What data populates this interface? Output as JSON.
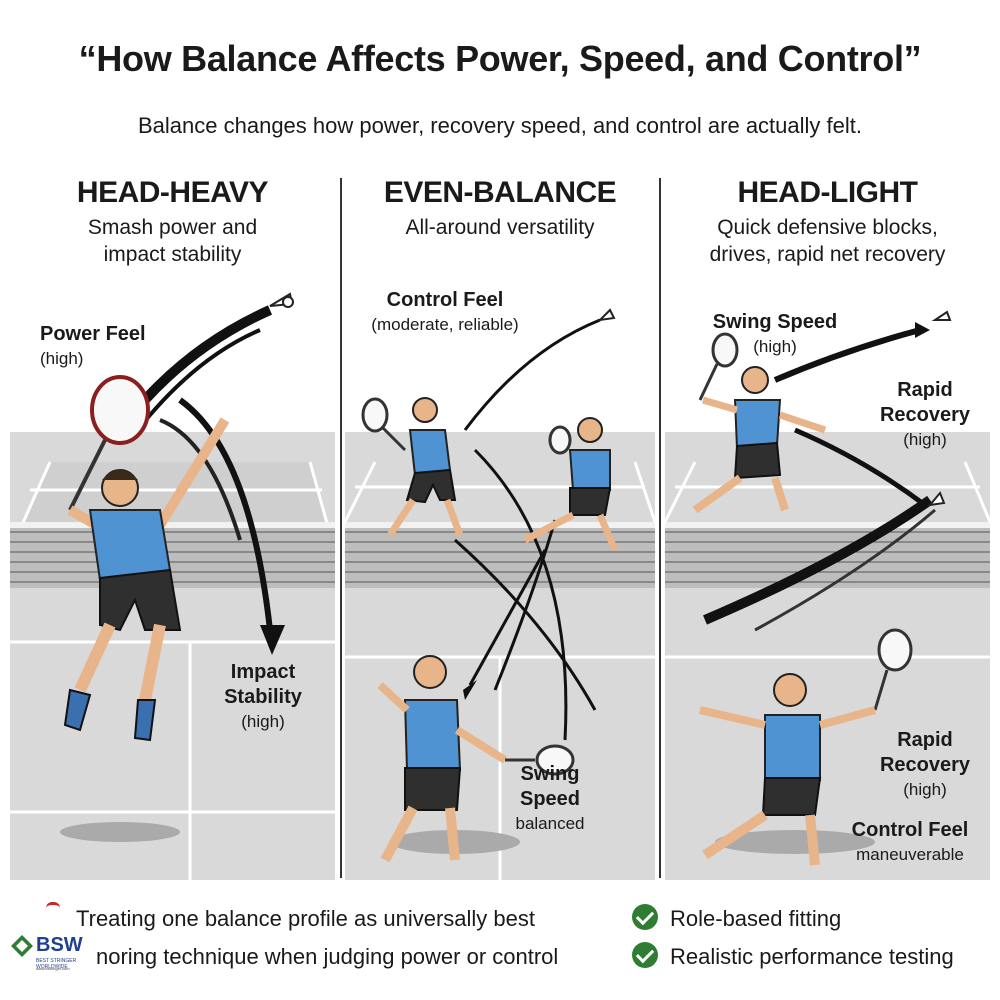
{
  "title": "“How Balance Affects Power, Speed, and Control”",
  "subtitle": "Balance changes how power, recovery speed, and control are actually felt.",
  "panels": [
    {
      "heading": "HEAD-HEAVY",
      "desc1": "Smash power and",
      "desc2": "impact stability",
      "labels": {
        "power_feel": "Power Feel",
        "power_feel_val": "(high)",
        "impact1": "Impact",
        "impact2": "Stability",
        "impact_val": "(high)"
      }
    },
    {
      "heading": "EVEN-BALANCE",
      "desc1": "All-around versatility",
      "labels": {
        "control_feel": "Control Feel",
        "control_feel_val": "(moderate, reliable)",
        "swing1": "Swing",
        "swing2": "Speed",
        "swing_val": "balanced"
      }
    },
    {
      "heading": "HEAD-LIGHT",
      "desc1": "Quick defensive blocks,",
      "desc2": "drives, rapid net recovery",
      "labels": {
        "swing_speed": "Swing Speed",
        "swing_speed_val": "(high)",
        "rapid1": "Rapid",
        "rapid2": "Recovery",
        "rapid_val": "(high)",
        "rapid_b1": "Rapid",
        "rapid_b2": "Recovery",
        "rapid_b_val": "(high)",
        "control_feel": "Control Feel",
        "control_feel_val": "maneuverable"
      }
    }
  ],
  "footer": {
    "mistakes": [
      "Treating one balance profile as universally best",
      "noring technique when judging power or control"
    ],
    "good": [
      "Role-based fitting",
      "Realistic performance testing"
    ]
  },
  "logo": {
    "text": "BSW",
    "tagline": "BEST STRINGER WORLDWIDE",
    "url": "www.bstringer.com"
  },
  "colors": {
    "shirt": "#4f93d2",
    "shorts": "#2f2f2f",
    "court": "#d8d8d8",
    "check": "#2e7d32",
    "mistake": "#c62828"
  }
}
